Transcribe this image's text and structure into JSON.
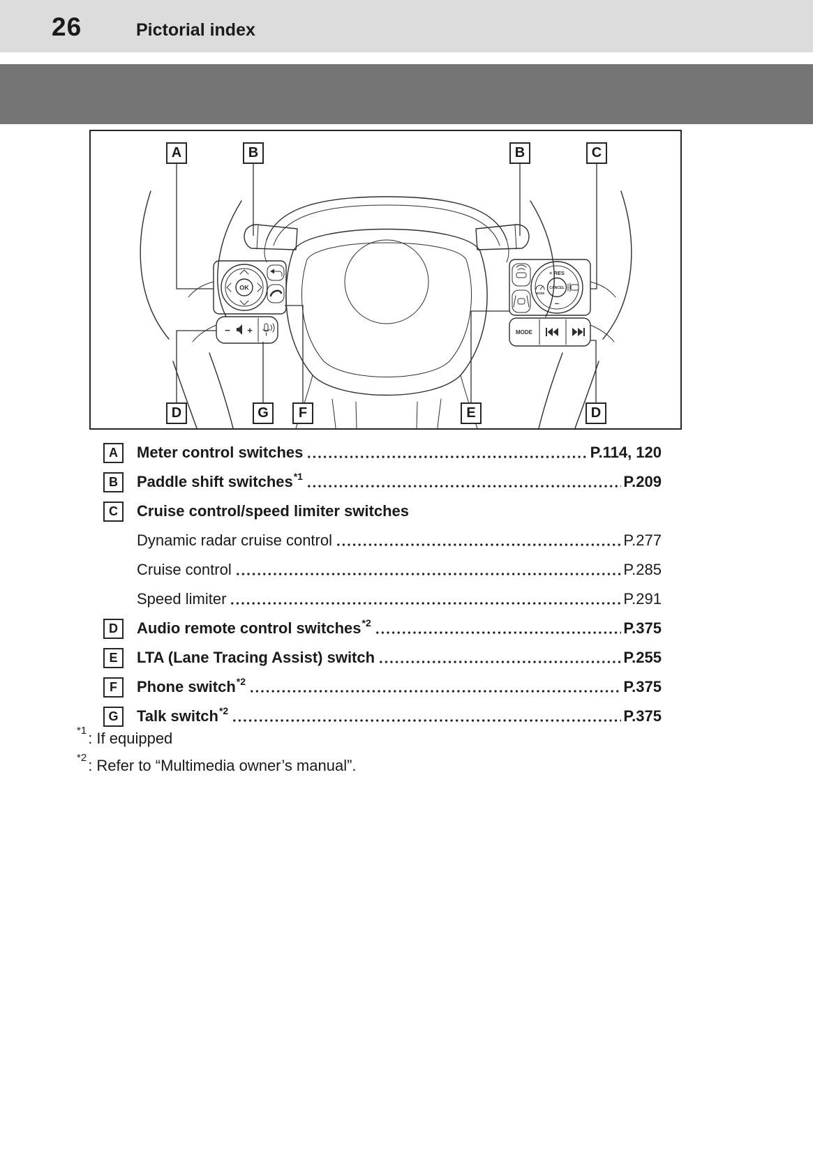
{
  "page": {
    "number": "26",
    "title": "Pictorial index"
  },
  "colors": {
    "header_bg": "#dcdcdc",
    "band": "#757575",
    "text": "#1a1a1a",
    "line": "#2e2e2e"
  },
  "diagram": {
    "callouts_top": [
      {
        "letter": "A"
      },
      {
        "letter": "B"
      },
      {
        "letter": "B"
      },
      {
        "letter": "C"
      }
    ],
    "callouts_bottom": [
      {
        "letter": "D"
      },
      {
        "letter": "G"
      },
      {
        "letter": "F"
      },
      {
        "letter": "E"
      },
      {
        "letter": "D"
      }
    ],
    "wheel_labels": {
      "ok": "OK",
      "res": "+ RES",
      "cancel": "CANCEL",
      "minus": "−",
      "mode_dial": "MODE",
      "mode_media": "MODE",
      "vol_minus": "−",
      "vol_plus": "+"
    }
  },
  "index": {
    "items": [
      {
        "letter": "A",
        "label": "Meter control switches",
        "sup": "",
        "page": "P.114, 120",
        "bold": true
      },
      {
        "letter": "B",
        "label": "Paddle shift switches",
        "sup": "*1",
        "page": "P.209",
        "bold": true
      },
      {
        "letter": "C",
        "label": "Cruise control/speed limiter switches",
        "sup": "",
        "page": "",
        "bold": true
      },
      {
        "letter": "",
        "label": "Dynamic radar cruise control",
        "sup": "",
        "page": "P.277",
        "bold": false
      },
      {
        "letter": "",
        "label": "Cruise control",
        "sup": "",
        "page": "P.285",
        "bold": false
      },
      {
        "letter": "",
        "label": "Speed limiter",
        "sup": "",
        "page": "P.291",
        "bold": false
      },
      {
        "letter": "D",
        "label": "Audio remote control switches",
        "sup": "*2",
        "page": "P.375",
        "bold": true
      },
      {
        "letter": "E",
        "label": "LTA (Lane Tracing Assist) switch",
        "sup": "",
        "page": "P.255",
        "bold": true
      },
      {
        "letter": "F",
        "label": "Phone switch",
        "sup": "*2",
        "page": "P.375",
        "bold": true
      },
      {
        "letter": "G",
        "label": "Talk switch",
        "sup": "*2",
        "page": "P.375",
        "bold": true
      }
    ],
    "footnotes": [
      {
        "sup": "*1",
        "text": ": If equipped"
      },
      {
        "sup": "*2",
        "text": ": Refer to “Multimedia owner’s manual”."
      }
    ]
  }
}
